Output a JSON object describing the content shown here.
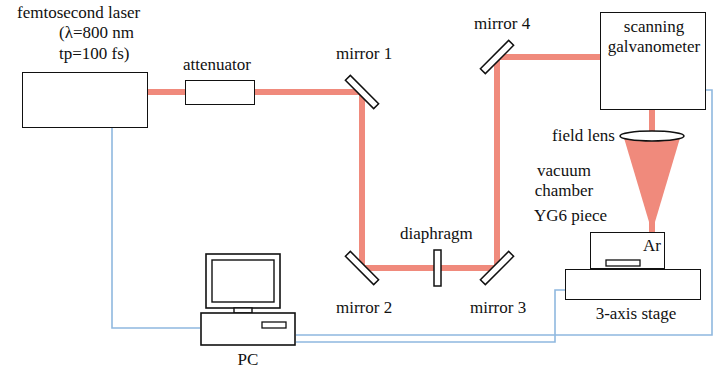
{
  "diagram": {
    "nodes": [
      {
        "text": [
          "femtosecond laser",
          "(λ=800 nm",
          "tp=100 fs)"
        ]
      },
      {
        "text": [
          "attenuator"
        ]
      },
      {
        "text": [
          "scanning galvanometer"
        ]
      },
      {
        "text": [
          "vacuum chamber",
          "Ar"
        ]
      },
      {
        "text": [
          "3-axis stage"
        ]
      },
      {
        "text": [
          "PC"
        ]
      }
    ],
    "edges": [
      {
        "from": 0,
        "to": 1,
        "arrow": "none"
      },
      {
        "from": 1,
        "to": 2,
        "arrow": "none"
      },
      {
        "from": 2,
        "to": 3,
        "arrow": "none"
      },
      {
        "from": 0,
        "to": 5,
        "arrow": "none"
      },
      {
        "from": 2,
        "to": 5,
        "arrow": "none"
      },
      {
        "from": 4,
        "to": 5,
        "arrow": "none"
      }
    ],
    "labels": [
      "mirror 1",
      "mirror 2",
      "mirror 3",
      "mirror 4",
      "diaphragm",
      "field lens",
      "YG6 piece"
    ]
  }
}
